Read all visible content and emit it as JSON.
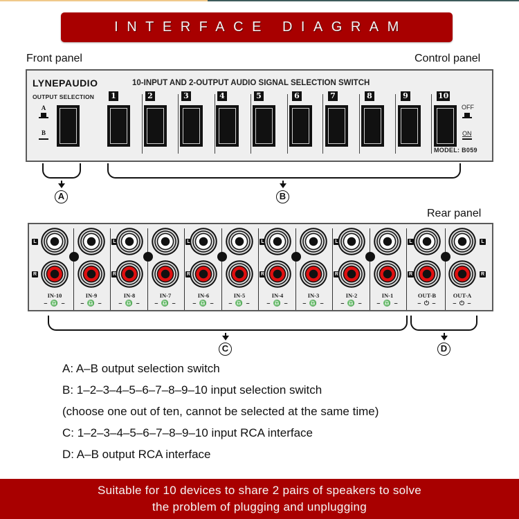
{
  "colors": {
    "banner_red": "#a80000",
    "jack_red": "#e01010",
    "panel_bg": "#efefef"
  },
  "header": {
    "title": "INTERFACE DIAGRAM"
  },
  "labels": {
    "front_panel": "Front panel",
    "control_panel": "Control panel",
    "rear_panel": "Rear panel"
  },
  "front_panel": {
    "brand": "LYNEPAUDIO",
    "output_selection": "OUTPUT SELECTION",
    "heading": "10-INPUT AND 2-OUTPUT AUDIO SIGNAL SELECTION SWITCH",
    "model": "MODEL: B059",
    "ab": {
      "a": "A",
      "b": "B"
    },
    "power": {
      "off": "OFF",
      "on": "ON"
    },
    "switches": [
      "1",
      "2",
      "3",
      "4",
      "5",
      "6",
      "7",
      "8",
      "9",
      "10"
    ]
  },
  "callouts": {
    "a": "A",
    "b": "B",
    "c": "C",
    "d": "D"
  },
  "rear_panel": {
    "l_tag": "L",
    "r_tag": "R",
    "ports": [
      {
        "label": "IN-10",
        "symbol": "– ♎ –"
      },
      {
        "label": "IN-9",
        "symbol": "– ♎ –"
      },
      {
        "label": "IN-8",
        "symbol": "– ♎ –"
      },
      {
        "label": "IN-7",
        "symbol": "– ♎ –"
      },
      {
        "label": "IN-6",
        "symbol": "– ♎ –"
      },
      {
        "label": "IN-5",
        "symbol": "– ♎ –"
      },
      {
        "label": "IN-4",
        "symbol": "– ♎ –"
      },
      {
        "label": "IN-3",
        "symbol": "– ♎ –"
      },
      {
        "label": "IN-2",
        "symbol": "– ♎ –"
      },
      {
        "label": "IN-1",
        "symbol": "– ♎ –"
      },
      {
        "label": "OUT-B",
        "symbol": "– ⏻ –"
      },
      {
        "label": "OUT-A",
        "symbol": "– ⏻ –"
      }
    ]
  },
  "descriptions": [
    "A: A–B output selection switch",
    "B: 1–2–3–4–5–6–7–8–9–10 input selection switch",
    "(choose one out of ten, cannot be selected at the same time)",
    "C: 1–2–3–4–5–6–7–8–9–10 input RCA interface",
    "D: A–B output RCA interface"
  ],
  "footer": {
    "line1": "Suitable for 10 devices to share 2 pairs of speakers to solve",
    "line2": "the problem of plugging and unplugging"
  }
}
